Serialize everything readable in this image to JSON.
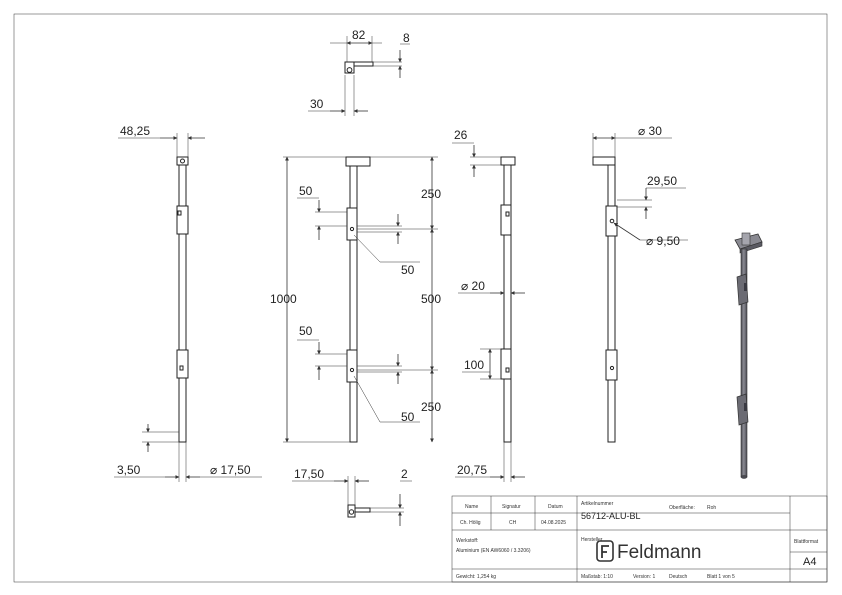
{
  "dimensions": {
    "top_width": "82",
    "top_height": "8",
    "top_depth": "30",
    "left_width": "48,25",
    "left_offset": "3,50",
    "left_diameter": "⌀ 17,50",
    "total_length": "1000",
    "upper_spacing": "250",
    "middle_spacing": "500",
    "lower_spacing": "250",
    "guide_upper": "50",
    "guide_upper_lower": "50",
    "guide_lower": "50",
    "guide_lower_lower": "50",
    "side_width": "26",
    "side_diameter": "⌀ 20",
    "side_guide": "100",
    "side_bottom": "20,75",
    "right_diameter": "⌀ 30",
    "right_offset": "29,50",
    "right_hole": "⌀ 9,50",
    "bottom_width": "17,50",
    "bottom_height": "2"
  },
  "title_block": {
    "col_name": "Name",
    "col_signature": "Signatur",
    "col_date": "Datum",
    "name_value": "Ch. Hölig",
    "signature_value": "CH",
    "date_value": "04.08.2025",
    "article_label": "Artikelnummer",
    "article_value": "56712-ALU-BL",
    "surface_label": "Oberfläche:",
    "surface_value": "Roh",
    "material_label": "Werkstoff:",
    "material_value": "Aluminium (EN AW6060 / 3.3206)",
    "manufacturer_label": "Hersteller",
    "brand_name": "Feldmann",
    "format_label": "Blattformat",
    "format_value": "A4",
    "weight": "Gewicht: 1,254 kg",
    "scale": "Maßstab: 1:10",
    "version": "Version: 1",
    "language": "Deutsch",
    "sheet": "Blatt 1 von 5"
  },
  "colors": {
    "line": "#333333",
    "rod_shade": "#6b6b73",
    "rod_dark": "#4a4a52"
  }
}
